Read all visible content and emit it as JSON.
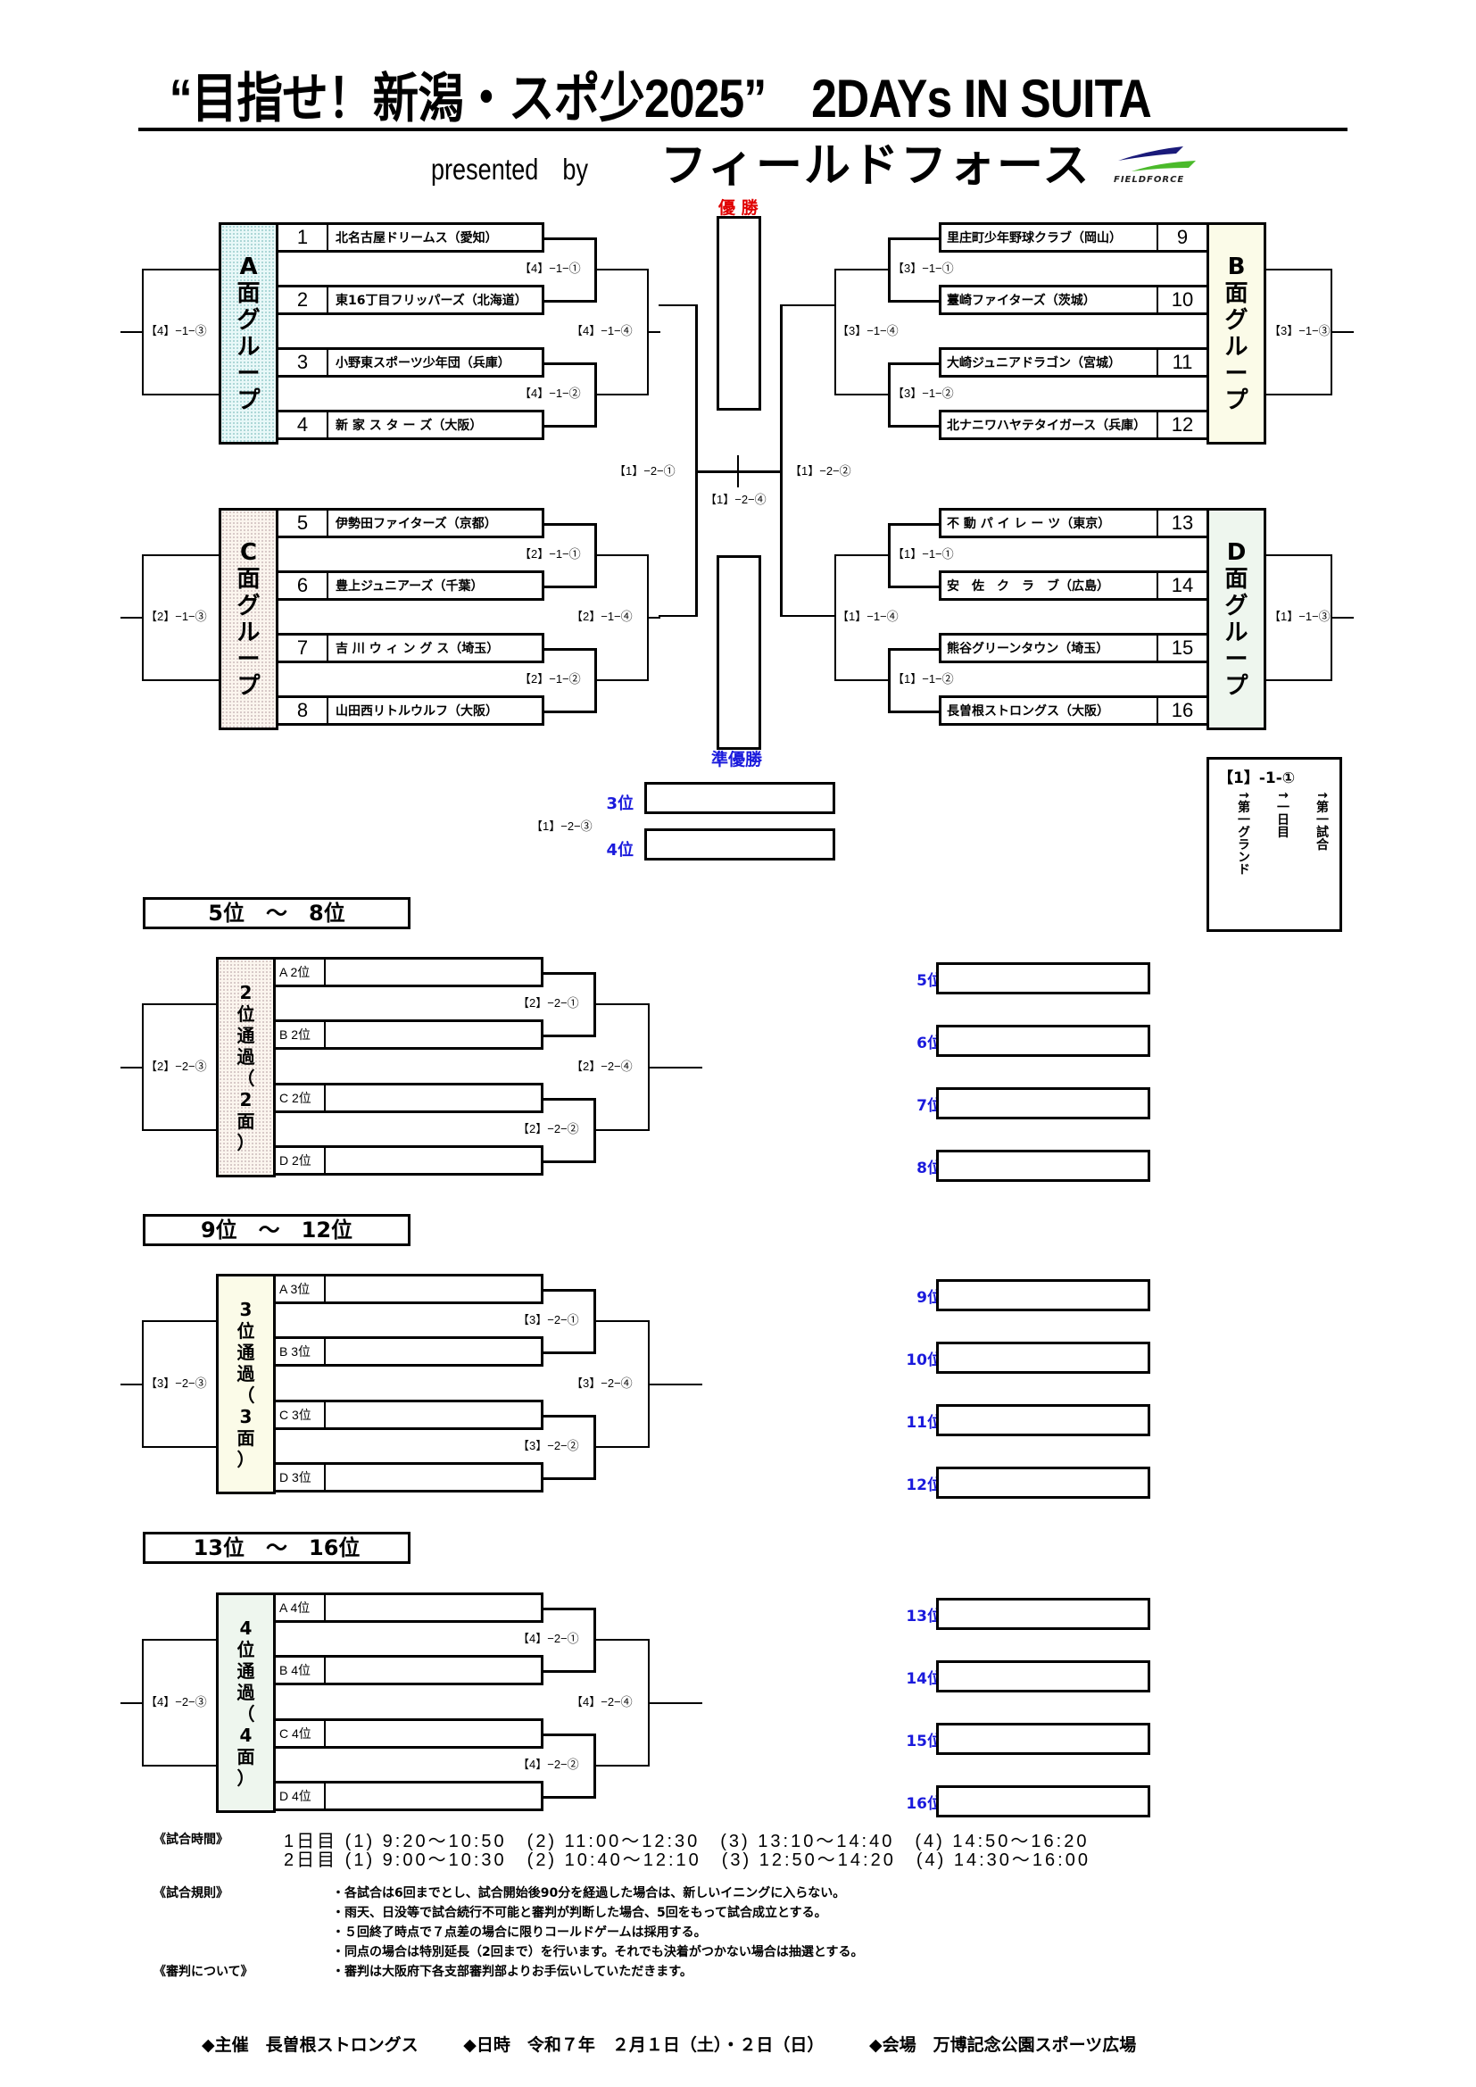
{
  "header": {
    "title": "“目指せ！新潟・スポ少2025”　2DAYs IN SUITA",
    "presented_by": "presented　by",
    "sponsor": "フィールドフォース",
    "logo_text": "FIELDFORCE",
    "logo_colors": {
      "top": "#1a1a7a",
      "bottom": "#4aba2a"
    }
  },
  "colors": {
    "champion": "#e00000",
    "place_label": "#1a1adc"
  },
  "main_bracket": {
    "groups": [
      {
        "id": "A",
        "label_chars": [
          "A",
          "面",
          "グ",
          "ル",
          "ー",
          "プ"
        ],
        "side": "left",
        "teams": [
          {
            "seed": "1",
            "name": "北名古屋ドリームス（愛知）"
          },
          {
            "seed": "2",
            "name": "東16丁目フリッパーズ（北海道）"
          },
          {
            "seed": "3",
            "name": "小野東スポーツ少年団（兵庫）"
          },
          {
            "seed": "4",
            "name": "新 家 ス タ ー ズ（大阪）"
          }
        ],
        "matches": {
          "m1": "【4】−1−①",
          "m2": "【4】−1−②",
          "m3": "【4】−1−③",
          "m4": "【4】−1−④"
        }
      },
      {
        "id": "C",
        "label_chars": [
          "C",
          "面",
          "グ",
          "ル",
          "ー",
          "プ"
        ],
        "side": "left",
        "teams": [
          {
            "seed": "5",
            "name": "伊勢田ファイターズ（京都）"
          },
          {
            "seed": "6",
            "name": "豊上ジュニアーズ（千葉）"
          },
          {
            "seed": "7",
            "name": "吉 川 ウ ィ ン グ ス（埼玉）"
          },
          {
            "seed": "8",
            "name": "山田西リトルウルフ（大阪）"
          }
        ],
        "matches": {
          "m1": "【2】−1−①",
          "m2": "【2】−1−②",
          "m3": "【2】−1−③",
          "m4": "【2】−1−④"
        }
      },
      {
        "id": "B",
        "label_chars": [
          "B",
          "面",
          "グ",
          "ル",
          "ー",
          "プ"
        ],
        "side": "right",
        "teams": [
          {
            "seed": "9",
            "name": "里庄町少年野球クラブ（岡山）"
          },
          {
            "seed": "10",
            "name": "薹崎ファイターズ（茨城）"
          },
          {
            "seed": "11",
            "name": "大崎ジュニアドラゴン（宮城）"
          },
          {
            "seed": "12",
            "name": "北ナニワハヤテタイガース（兵庫）"
          }
        ],
        "matches": {
          "m1": "【3】−1−①",
          "m2": "【3】−1−②",
          "m3": "【3】−1−③",
          "m4": "【3】−1−④"
        }
      },
      {
        "id": "D",
        "label_chars": [
          "D",
          "面",
          "グ",
          "ル",
          "ー",
          "プ"
        ],
        "side": "right",
        "teams": [
          {
            "seed": "13",
            "name": "不 動 パ イ レ ー ツ（東京）"
          },
          {
            "seed": "14",
            "name": "安　佐　ク　ラ　ブ（広島）"
          },
          {
            "seed": "15",
            "name": "熊谷グリーンタウン（埼玉）"
          },
          {
            "seed": "16",
            "name": "長曽根ストロングス（大阪）"
          }
        ],
        "matches": {
          "m1": "【1】−1−①",
          "m2": "【1】−1−②",
          "m3": "【1】−1−③",
          "m4": "【1】−1−④"
        }
      }
    ],
    "semi_left": "【1】−2−①",
    "semi_right": "【1】−2−②",
    "final": "【1】−2−④",
    "third_place_match": "【1】−2−③",
    "champion_label": "優 勝",
    "runner_up_label": "準優勝",
    "third_label": "3位",
    "fourth_label": "4位"
  },
  "legend": {
    "code": "【1】-1-①",
    "col1": "↑第一グランド",
    "col2": "↑一日目",
    "col3": "↑第一試合"
  },
  "sub_brackets": [
    {
      "header": "5位　～　8位",
      "group_chars": [
        "2",
        "位",
        "通",
        "過",
        "（",
        "2",
        "面",
        "）"
      ],
      "seeds": [
        "A 2位",
        "B 2位",
        "C 2位",
        "D 2位"
      ],
      "matches": {
        "m1": "【2】−2−①",
        "m2": "【2】−2−②",
        "m3": "【2】−2−③",
        "m4": "【2】−2−④"
      },
      "places": [
        "5位",
        "6位",
        "7位",
        "8位"
      ]
    },
    {
      "header": "9位　～　12位",
      "group_chars": [
        "3",
        "位",
        "通",
        "過",
        "（",
        "3",
        "面",
        "）"
      ],
      "seeds": [
        "A 3位",
        "B 3位",
        "C 3位",
        "D 3位"
      ],
      "matches": {
        "m1": "【3】−2−①",
        "m2": "【3】−2−②",
        "m3": "【3】−2−③",
        "m4": "【3】−2−④"
      },
      "places": [
        "9位",
        "10位",
        "11位",
        "12位"
      ]
    },
    {
      "header": "13位　～　16位",
      "group_chars": [
        "4",
        "位",
        "通",
        "過",
        "（",
        "4",
        "面",
        "）"
      ],
      "seeds": [
        "A 4位",
        "B 4位",
        "C 4位",
        "D 4位"
      ],
      "matches": {
        "m1": "【4】−2−①",
        "m2": "【4】−2−②",
        "m3": "【4】−2−③",
        "m4": "【4】−2−④"
      },
      "places": [
        "13位",
        "14位",
        "15位",
        "16位"
      ]
    }
  ],
  "schedule": {
    "label": "《試合時間》",
    "day1": "1日目 (1) 9:20～10:50　(2) 11:00～12:30　(3) 13:10～14:40　(4) 14:50～16:20",
    "day2": "2日目 (1) 9:00～10:30　(2) 10:40～12:10　(3) 12:50～14:20　(4) 14:30～16:00"
  },
  "rules": {
    "label": "《試合規則》",
    "items": [
      "・各試合は6回までとし、試合開始後90分を経過した場合は、新しいイニングに入らない。",
      "・雨天、日没等で試合続行不可能と審判が判断した場合、5回をもって試合成立とする。",
      "・５回終了時点で７点差の場合に限りコールドゲームは採用する。",
      "・同点の場合は特別延長（2回まで）を行います。それでも決着がつかない場合は抽選とする。"
    ]
  },
  "umpires": {
    "label": "《審判について》",
    "text": "・審判は大阪府下各支部審判部よりお手伝いしていただきます。"
  },
  "footer": {
    "host": "◆主催　長曽根ストロングス",
    "date": "◆日時　令和７年　２月１日（土）・２日（日）",
    "venue": "◆会場　万博記念公園スポーツ広場"
  }
}
